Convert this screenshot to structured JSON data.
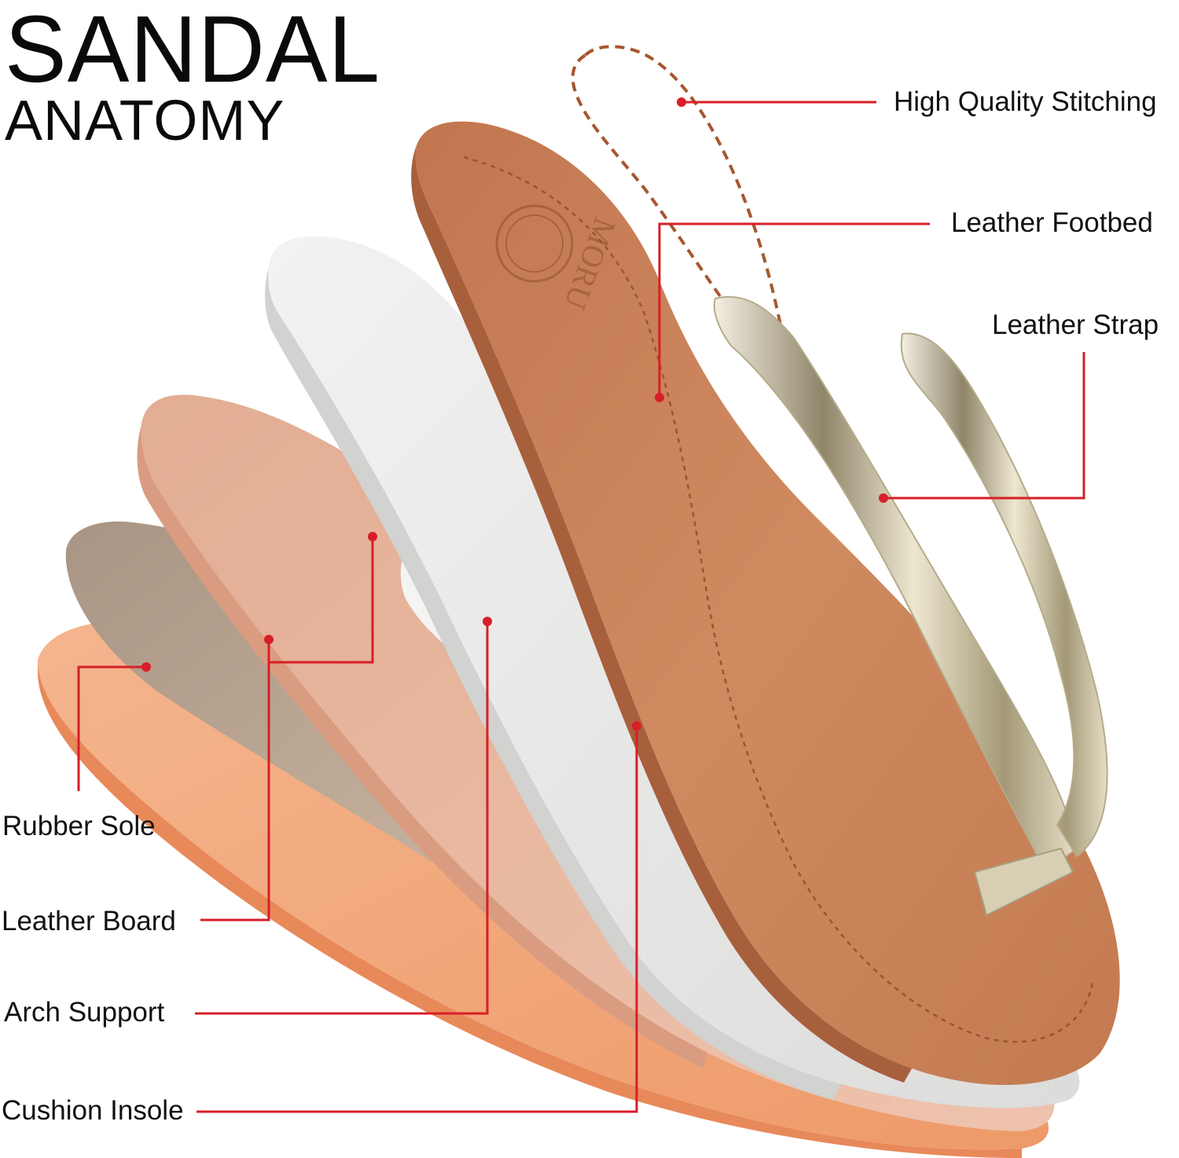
{
  "title": {
    "line1": "SANDAL",
    "line2": "ANATOMY"
  },
  "labels": {
    "high_quality_stitching": "High Quality Stitching",
    "leather_footbed": "Leather Footbed",
    "leather_strap": "Leather Strap",
    "rubber_sole": "Rubber Sole",
    "leather_board": "Leather Board",
    "arch_support": "Arch Support",
    "cushion_insole": "Cushion Insole"
  },
  "footbed_brand": "MORU",
  "colors": {
    "callout_line": "#d81e28",
    "rubber_sole": "#f2a679",
    "leather_board": "#b9a28e",
    "cork_layer": "#e7b8a0",
    "cushion": "#ebebea",
    "footbed": "#c98158",
    "strap": "#c9bfa0",
    "stitching": "#a5582f"
  }
}
